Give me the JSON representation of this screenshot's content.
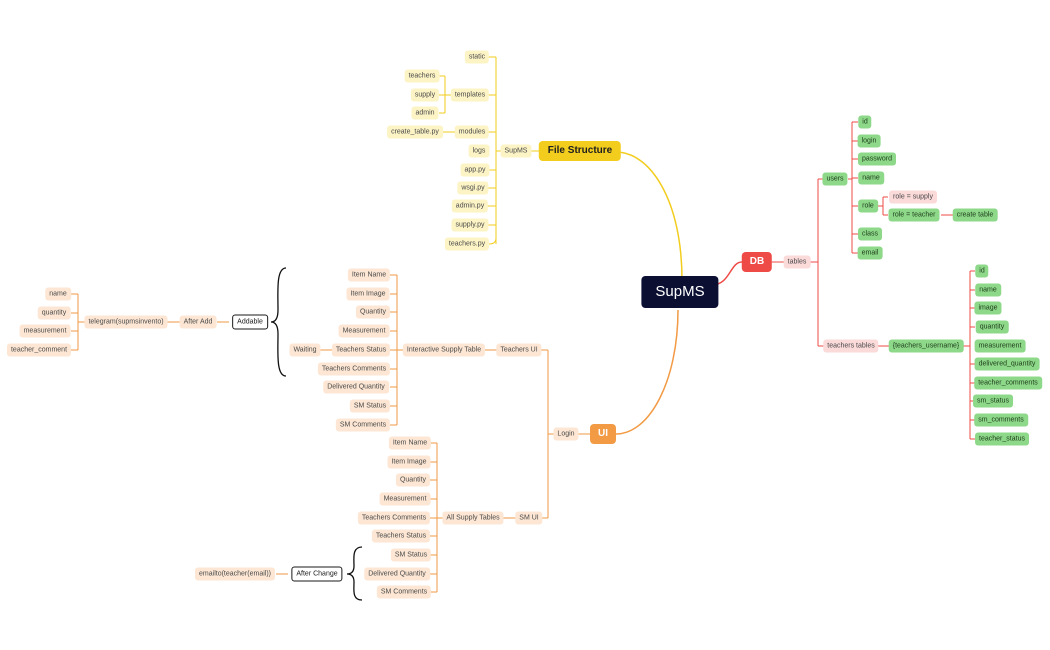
{
  "center": "SupMS",
  "colors": {
    "file_structure": "#f2cd1e",
    "db": "#ee4b47",
    "ui": "#f29a44",
    "center": "#0b1033",
    "green": "#8ed88a"
  },
  "file_structure": {
    "label": "File Structure",
    "root": "SupMS",
    "static": "static",
    "templates": {
      "label": "templates",
      "children": [
        "teachers",
        "supply",
        "admin"
      ]
    },
    "modules": {
      "label": "modules",
      "children": [
        "create_table.py"
      ]
    },
    "files": [
      "logs",
      "app.py",
      "wsgi.py",
      "admin.py",
      "supply.py",
      "teachers.py"
    ]
  },
  "db": {
    "label": "DB",
    "tables": "tables",
    "users": {
      "label": "users",
      "fields": [
        "id",
        "login",
        "password",
        "name",
        "role",
        "class",
        "email"
      ],
      "role_options": [
        "role = supply",
        "role = teacher"
      ],
      "teacher_action": "create table"
    },
    "teachers_tables": {
      "label": "teachers tables",
      "name": "{teachers_username}",
      "fields": [
        "id",
        "name",
        "image",
        "quantity",
        "measurement",
        "delivered_quantity",
        "teacher_comments",
        "sm_status",
        "sm_comments",
        "teacher_status"
      ]
    }
  },
  "ui": {
    "label": "UI",
    "login": "Login",
    "teachers_ui": {
      "label": "Teachers UI",
      "table": "Interactive Supply Table",
      "items": [
        "Item Name",
        "Item Image",
        "Quantity",
        "Measurement",
        "Teachers Status",
        "Teachers Comments",
        "Delivered Quantity",
        "SM Status",
        "SM Comments"
      ],
      "waiting": "Waiting",
      "addable": "Addable",
      "after_add": "After Add",
      "telegram": "telegram(supmsinvento)",
      "telegram_fields": [
        "name",
        "quantity",
        "measurement",
        "teacher_comment"
      ]
    },
    "sm_ui": {
      "label": "SM UI",
      "table": "All Supply Tables",
      "items": [
        "Item Name",
        "Item Image",
        "Quantity",
        "Measurement",
        "Teachers Comments",
        "Teachers Status",
        "SM Status",
        "Delivered Quantity",
        "SM Comments"
      ],
      "after_change": "After Change",
      "mailto": "emailto(teacher(email))"
    }
  }
}
